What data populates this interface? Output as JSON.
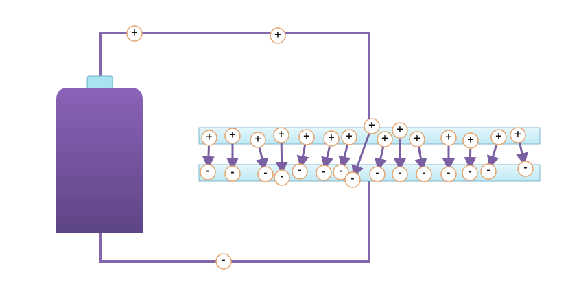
{
  "symbols": {
    "positive": "+",
    "negative": "-"
  },
  "colors": {
    "wire": "#8466ac",
    "battery_top": "#8a63b8",
    "battery_bottom": "#5e4585",
    "battery_terminal": "#a9e3f2",
    "plate_fill": "#bfe9f5",
    "plate_edge": "#7fb6c9",
    "charge_border": "#e5a36b",
    "arrow": "#7b5fa3"
  },
  "wire_charges": [
    {
      "sign": "positive",
      "segment": "top-wire-left"
    },
    {
      "sign": "positive",
      "segment": "top-wire-right"
    },
    {
      "sign": "positive",
      "segment": "right-wire-at-top-plate"
    },
    {
      "sign": "negative",
      "segment": "bottom-wire"
    }
  ],
  "plate_pair_count": 15
}
